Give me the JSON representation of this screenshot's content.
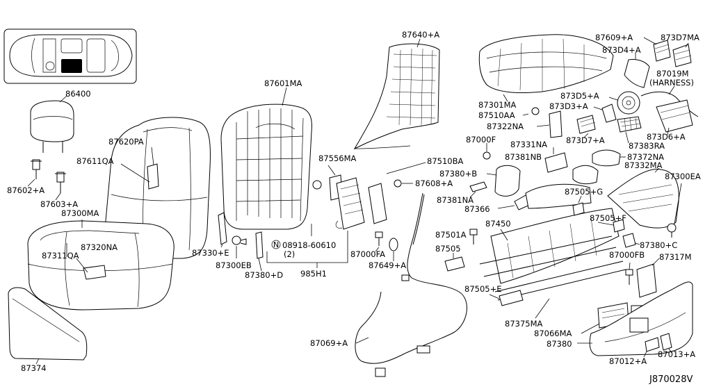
{
  "diagram_code": "J870028V",
  "callouts": {
    "c86400": "86400",
    "c87602A": "87602+A",
    "c87603A": "87603+A",
    "c87620PA": "87620PA",
    "c87611QA": "87611QA",
    "c87300MA": "87300MA",
    "c87320NA": "87320NA",
    "c87311QA": "87311QA",
    "c87374": "87374",
    "c87601MA": "87601MA",
    "c87330E": "87330+E",
    "c87300EB": "87300EB",
    "c87380D": "87380+D",
    "c08918": "08918-60610",
    "c08918qty": "(2)",
    "c985H1": "985H1",
    "c87556MA": "87556MA",
    "c87640A": "87640+A",
    "c87510BA": "87510BA",
    "c87608A": "87608+A",
    "c87000FA": "87000FA",
    "c87649A": "87649+A",
    "c87069A": "87069+A",
    "c87301MA": "87301MA",
    "c87510AA": "87510AA",
    "c87322NA": "87322NA",
    "c87000F": "87000F",
    "c87331NA": "87331NA",
    "c87381NB": "87381NB",
    "c87380B": "87380+B",
    "c87381NA": "87381NA",
    "c87366": "87366",
    "c87501A": "87501A",
    "c87450": "87450",
    "c87505": "87505",
    "c87505E": "87505+E",
    "c87375MA": "87375MA",
    "c87066MA": "87066MA",
    "c87380": "87380",
    "c87012A": "87012+A",
    "c87013A": "87013+A",
    "c87317M": "87317M",
    "c87000FB": "87000FB",
    "c87380C": "87380+C",
    "c87505F": "87505+F",
    "c87505G": "87505+G",
    "c87332MA": "87332MA",
    "c87300EA": "87300EA",
    "c87372NA": "87372NA",
    "c87383RA": "87383RA",
    "c873D7A": "873D7+A",
    "c873D3A": "873D3+A",
    "c873D5A": "873D5+A",
    "c873D6A": "873D6+A",
    "c87019M": "87019M",
    "c87019Mnote": "(HARNESS)",
    "c873D4A": "873D4+A",
    "c87609A": "87609+A",
    "c873D7MA": "873D7MA",
    "circled_n": "N"
  }
}
